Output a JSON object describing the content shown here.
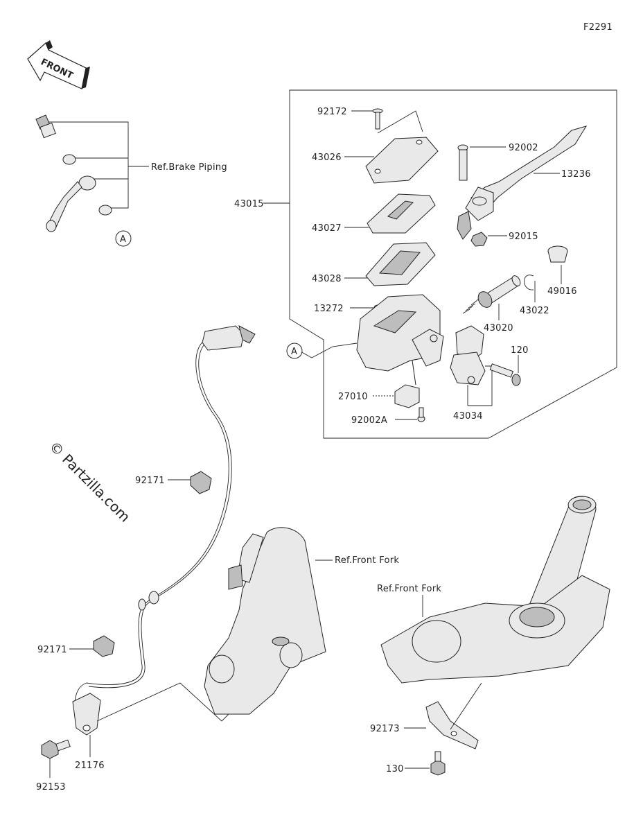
{
  "figure_code": "F2291",
  "front_arrow_label": "FRONT",
  "watermark": "© Partzilla.com",
  "circle_refs": [
    "A",
    "A"
  ],
  "ref_labels": {
    "brake_piping": "Ref.Brake Piping",
    "front_fork_upper": "Ref.Front Fork",
    "front_fork_lower": "Ref.Front Fork"
  },
  "parts": {
    "p92172": "92172",
    "p92002": "92002",
    "p13236": "13236",
    "p43026": "43026",
    "p43015": "43015",
    "p43027": "43027",
    "p92015": "92015",
    "p43028": "43028",
    "p49016": "49016",
    "p43022": "43022",
    "p13272": "13272",
    "p43020": "43020",
    "p120": "120",
    "p27010": "27010",
    "p43034": "43034",
    "p92002A": "92002A",
    "p92171a": "92171",
    "p92171b": "92171",
    "p21176": "21176",
    "p92153": "92153",
    "p92173": "92173",
    "p130": "130"
  },
  "colors": {
    "line": "#222222",
    "fill": "#e9e9e9",
    "shade": "#bdbdbd"
  }
}
